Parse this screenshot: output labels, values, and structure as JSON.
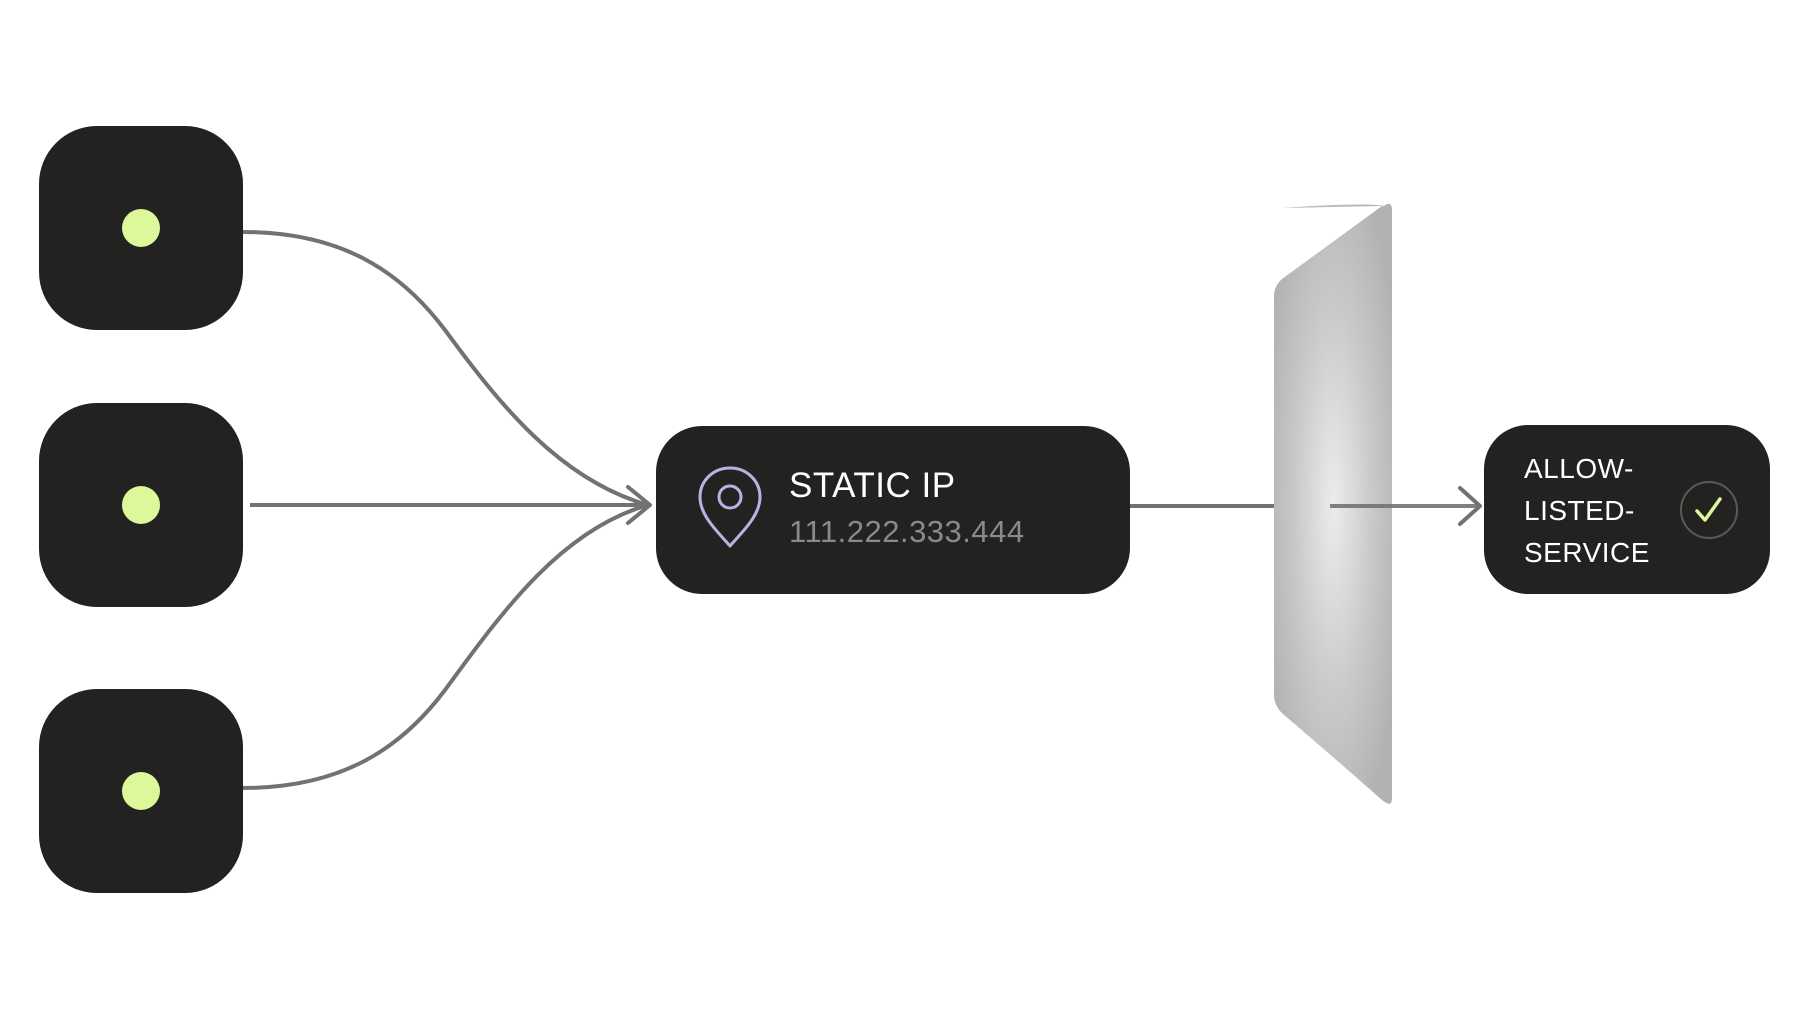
{
  "sources": [
    {
      "label": ""
    },
    {
      "label": ""
    },
    {
      "label": ""
    }
  ],
  "static_ip": {
    "title": "STATIC IP",
    "address": "111.222.333.444",
    "icon": "location-pin-icon"
  },
  "firewall": {
    "icon": "firewall-panel"
  },
  "service": {
    "lines": [
      "ALLOW-",
      "LISTED-",
      "SERVICE"
    ],
    "icon": "checkmark-icon"
  },
  "colors": {
    "node_background": "#232220",
    "status_dot": "#DDF89A",
    "connector": "#727270",
    "pin_outline": "#B9B3E5",
    "ip_text_muted": "#8A8A88",
    "check_mark": "#DDF89A",
    "firewall_fill": "#B5B5B5",
    "firewall_glow": "#E6E6E6"
  }
}
